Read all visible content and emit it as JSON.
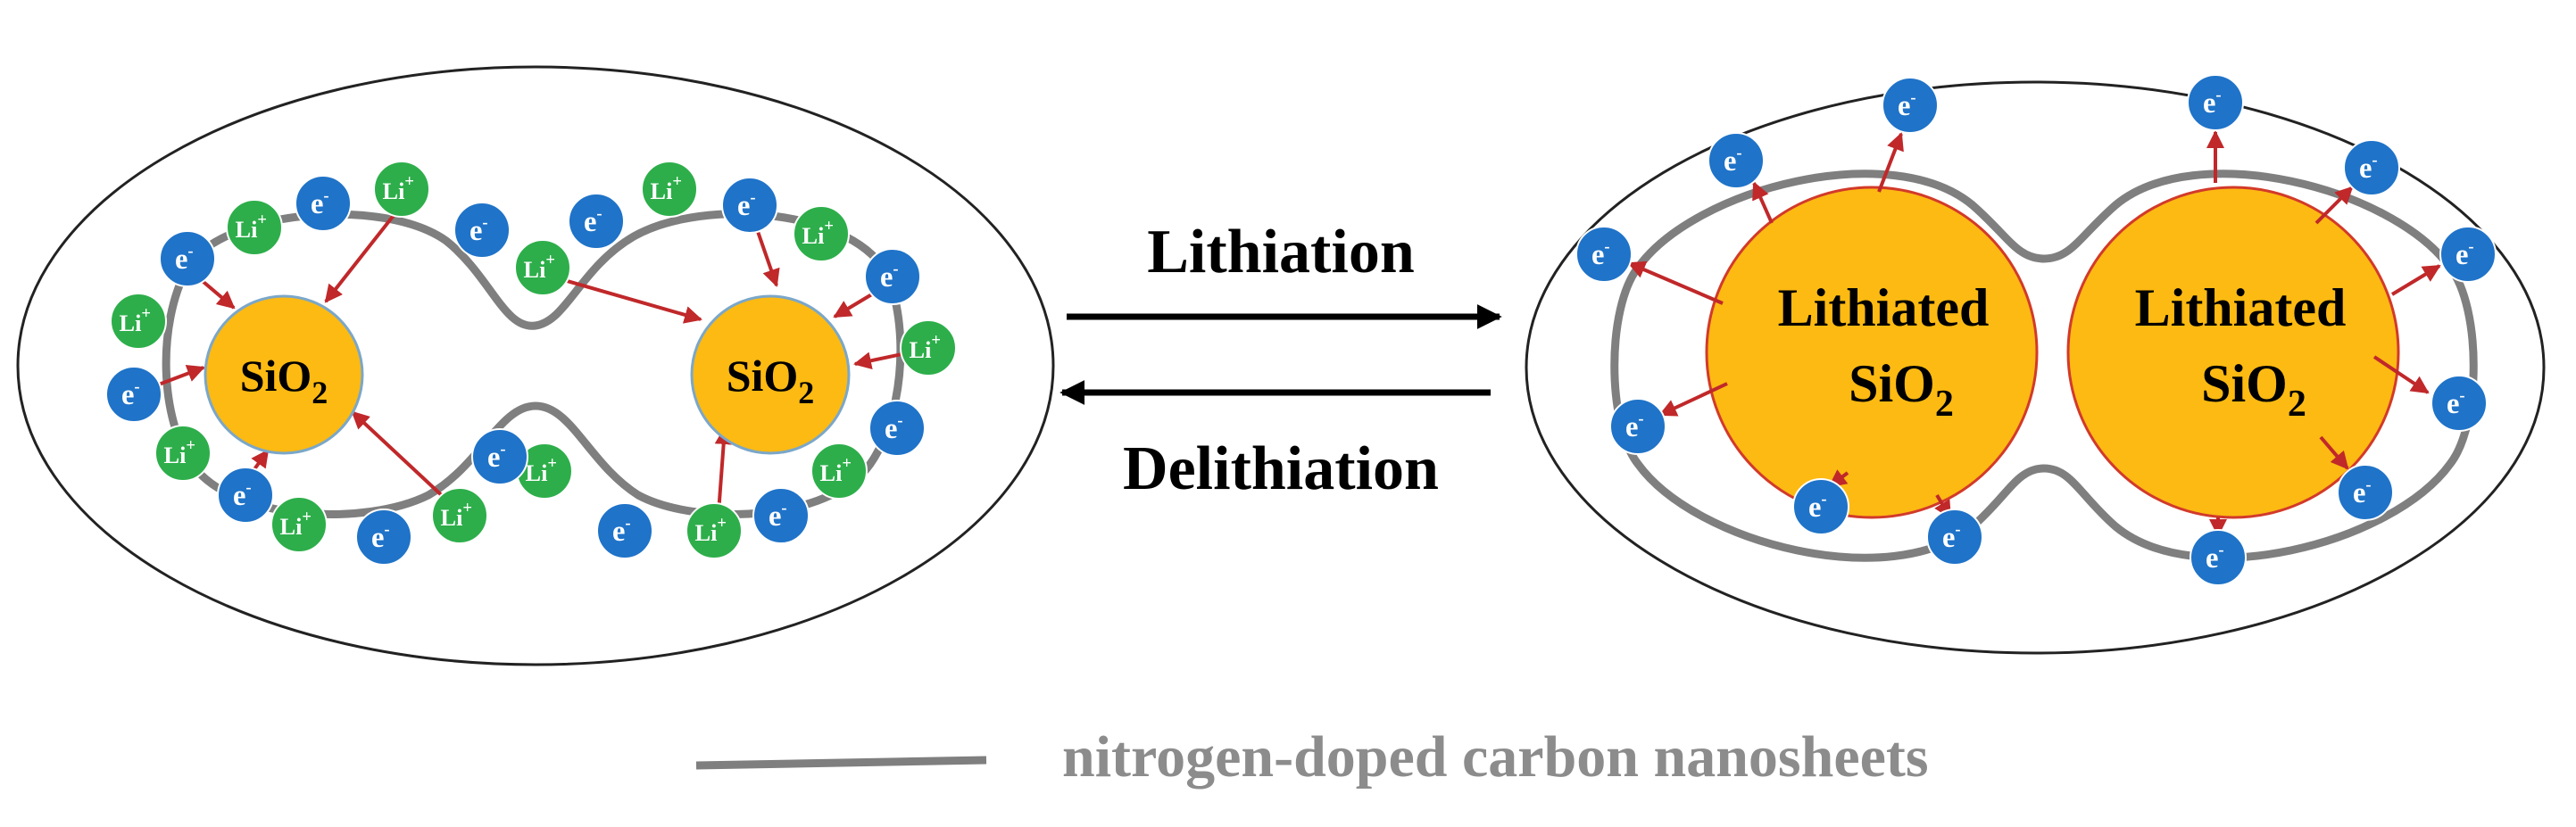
{
  "diagram": {
    "process_forward_label": "Lithiation",
    "process_reverse_label": "Delithiation",
    "left_particle_label": "SiO",
    "left_particle_subscript": "2",
    "right_particle_label_line1": "Lithiated",
    "right_particle_label_line2": "SiO",
    "right_particle_subscript": "2",
    "electron_label": "e",
    "electron_sup": "-",
    "lithium_label": "Li",
    "lithium_sup": "+",
    "legend_label": "nitrogen-doped carbon nanosheets",
    "colors": {
      "particle_fill": "#FDBA12",
      "left_particle_stroke": "#7BA7C9",
      "right_particle_stroke": "#D23A2A",
      "electron": "#1F73C8",
      "lithium": "#2DAE4A",
      "arrow": "#C0282A",
      "carbon_sheet": "#7F7F7F",
      "legend_text": "#8C8C8C"
    }
  }
}
